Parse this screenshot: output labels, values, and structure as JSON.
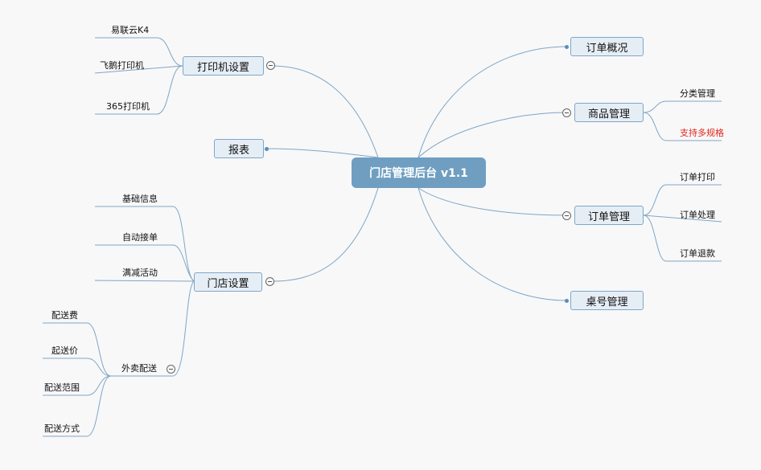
{
  "root": {
    "label": "门店管理后台 v1.1"
  },
  "branches": {
    "printer_settings": {
      "label": "打印机设置",
      "children": [
        "易联云K4",
        "飞鹅打印机",
        "365打印机"
      ]
    },
    "reports": {
      "label": "报表"
    },
    "store_settings": {
      "label": "门店设置",
      "children": [
        "基础信息",
        "自动接单",
        "满减活动"
      ],
      "delivery": {
        "label": "外卖配送",
        "children": [
          "配送费",
          "起送价",
          "配送范围",
          "配送方式"
        ]
      }
    },
    "order_overview": {
      "label": "订单概况"
    },
    "product_management": {
      "label": "商品管理",
      "children": [
        "分类管理",
        "支持多规格"
      ]
    },
    "order_management": {
      "label": "订单管理",
      "children": [
        "订单打印",
        "订单处理",
        "订单退款"
      ]
    },
    "table_management": {
      "label": "桌号管理"
    }
  },
  "colors": {
    "root_fill": "#6f9ec1",
    "node_fill": "#e6eef5",
    "node_border": "#7da7c8",
    "line": "#7fa6c4",
    "highlight_text": "#e0261b"
  },
  "icons": {
    "toggle": "collapse-circle-icon",
    "dot": "connector-dot-icon"
  }
}
